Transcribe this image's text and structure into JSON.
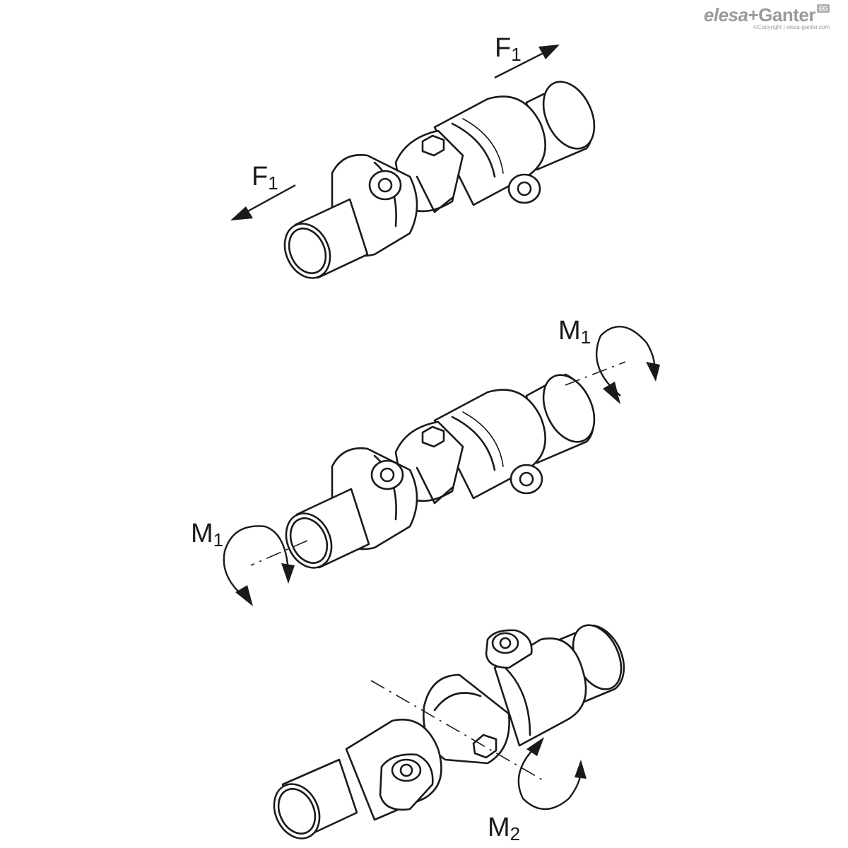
{
  "logo": {
    "brand_left": "elesa",
    "brand_right": "+Ganter",
    "badge": "EG",
    "copyright": "©Copyright | elesa-ganter.com"
  },
  "labels": {
    "top_force_right": {
      "main": "F",
      "sub": "1"
    },
    "top_force_left": {
      "main": "F",
      "sub": "1"
    },
    "mid_moment_right": {
      "main": "M",
      "sub": "1"
    },
    "mid_moment_left": {
      "main": "M",
      "sub": "1"
    },
    "bottom_moment": {
      "main": "M",
      "sub": "2"
    }
  },
  "colors": {
    "ink": "#1a1a1a",
    "logo_gray": "#9a9a9a"
  }
}
